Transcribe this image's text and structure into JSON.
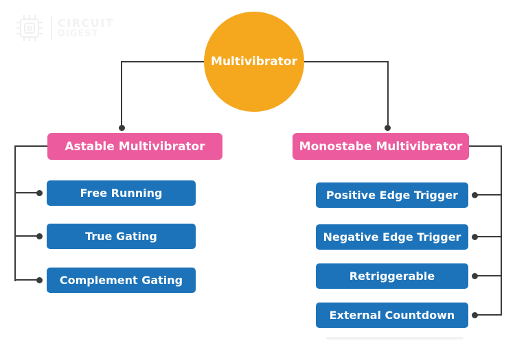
{
  "logo": {
    "line1": "CIRCUIT",
    "line2": "DIGEST"
  },
  "root": {
    "label": "Multivibrator"
  },
  "left_branch": {
    "label": "Astable Multivibrator",
    "children": [
      {
        "label": "Free Running"
      },
      {
        "label": "True Gating"
      },
      {
        "label": "Complement Gating"
      }
    ]
  },
  "right_branch": {
    "label": "Monostabe Multivibrator",
    "children": [
      {
        "label": "Positive Edge Trigger"
      },
      {
        "label": "Negative Edge Trigger"
      },
      {
        "label": "Retriggerable"
      },
      {
        "label": "External Countdown"
      }
    ]
  },
  "colors": {
    "root_orange": "#F5A71E",
    "branch_pink": "#EB5B9D",
    "leaf_blue": "#1D73B9",
    "connector_dark": "#3A3A3A",
    "logo_gray": "#F2F2F2"
  }
}
